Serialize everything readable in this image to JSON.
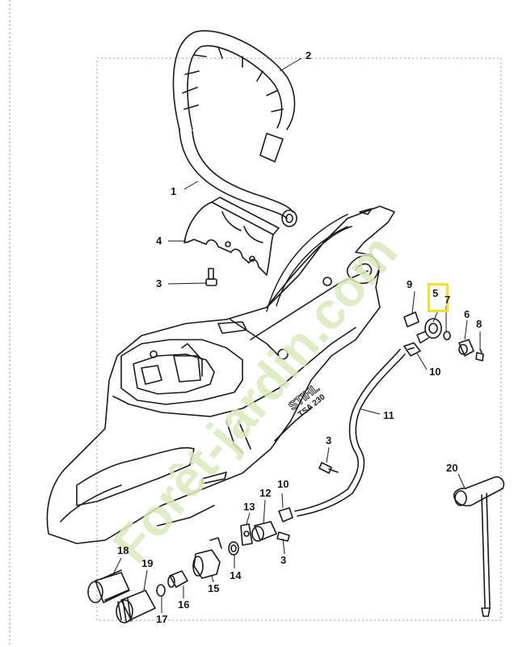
{
  "diagram": {
    "brand_text": "STIHL",
    "model_text": "TSA 230",
    "watermark": "Forêt-jardin.com",
    "highlight_color": "#f5e12b",
    "line_color": "#1a1a1a",
    "labels": {
      "p1": "1",
      "p2": "2",
      "p3a": "3",
      "p3b": "3",
      "p3c": "3",
      "p4": "4",
      "p5": "5",
      "p6": "6",
      "p7": "7",
      "p8": "8",
      "p9": "9",
      "p10a": "10",
      "p10b": "10",
      "p11": "11",
      "p12": "12",
      "p13": "13",
      "p14": "14",
      "p15": "15",
      "p16": "16",
      "p17": "17",
      "p18": "18",
      "p19": "19",
      "p20": "20"
    },
    "highlighted_part": "5"
  }
}
